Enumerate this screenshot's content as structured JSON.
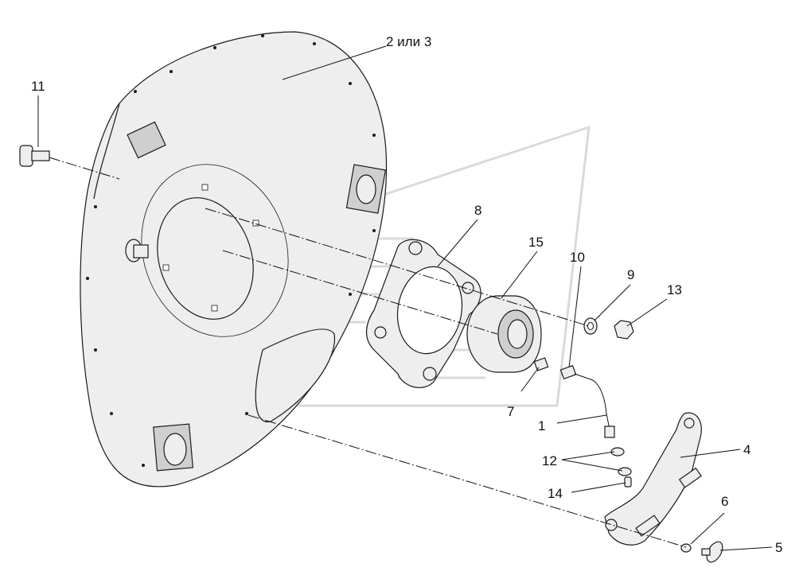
{
  "diagram": {
    "callouts": [
      {
        "id": "c1",
        "text": "1"
      },
      {
        "id": "c2",
        "text": "2 или 3"
      },
      {
        "id": "c4",
        "text": "4"
      },
      {
        "id": "c5",
        "text": "5"
      },
      {
        "id": "c6",
        "text": "6"
      },
      {
        "id": "c7",
        "text": "7"
      },
      {
        "id": "c8",
        "text": "8"
      },
      {
        "id": "c9",
        "text": "9"
      },
      {
        "id": "c10",
        "text": "10"
      },
      {
        "id": "c11",
        "text": "11"
      },
      {
        "id": "c12",
        "text": "12"
      },
      {
        "id": "c13",
        "text": "13"
      },
      {
        "id": "c14",
        "text": "14"
      },
      {
        "id": "c15",
        "text": "15"
      }
    ],
    "colors": {
      "line": "#1a1a1a",
      "fill": "#eeeeee",
      "watermark": "#dadada"
    }
  }
}
